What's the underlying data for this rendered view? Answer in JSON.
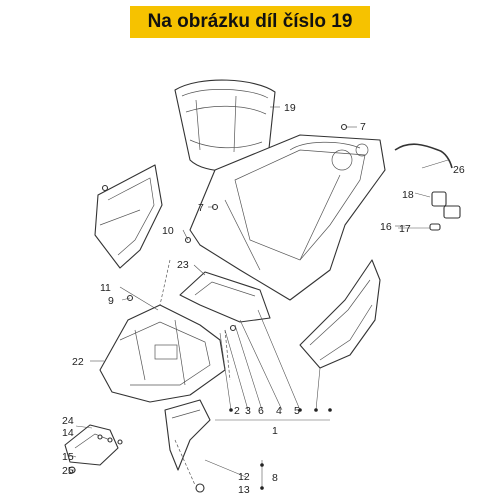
{
  "header": {
    "title": "Na obrázku díl číslo 19"
  },
  "callouts": [
    "19",
    "7",
    "26",
    "18",
    "16",
    "17",
    "7",
    "10",
    "23",
    "11",
    "9",
    "22",
    "2",
    "3",
    "6",
    "4",
    "5",
    "1",
    "24",
    "14",
    "15",
    "25",
    "12",
    "8",
    "13"
  ]
}
